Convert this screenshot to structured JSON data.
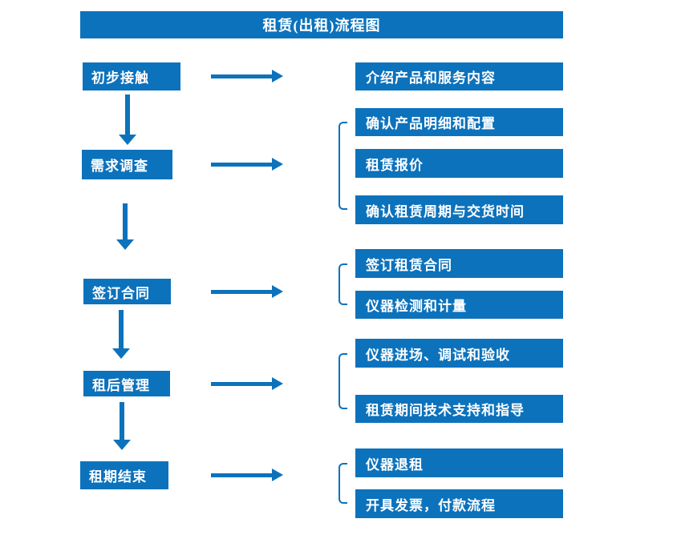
{
  "title": "租赁(出租)流程图",
  "colors": {
    "primary": "#0d72bc",
    "box_text": "#ffffff",
    "background": "#ffffff"
  },
  "flow": {
    "stages": [
      {
        "label": "初步接触",
        "outputs": [
          "介绍产品和服务内容"
        ]
      },
      {
        "label": "需求调查",
        "outputs": [
          "确认产品明细和配置",
          "租赁报价",
          "确认租赁周期与交货时间"
        ]
      },
      {
        "label": "签订合同",
        "outputs": [
          "签订租赁合同",
          "仪器检测和计量"
        ]
      },
      {
        "label": "租后管理",
        "outputs": [
          "仪器进场、调试和验收",
          "租赁期间技术支持和指导"
        ]
      },
      {
        "label": "租期结束",
        "outputs": [
          "仪器退租",
          "开具发票，付款流程"
        ]
      }
    ]
  }
}
